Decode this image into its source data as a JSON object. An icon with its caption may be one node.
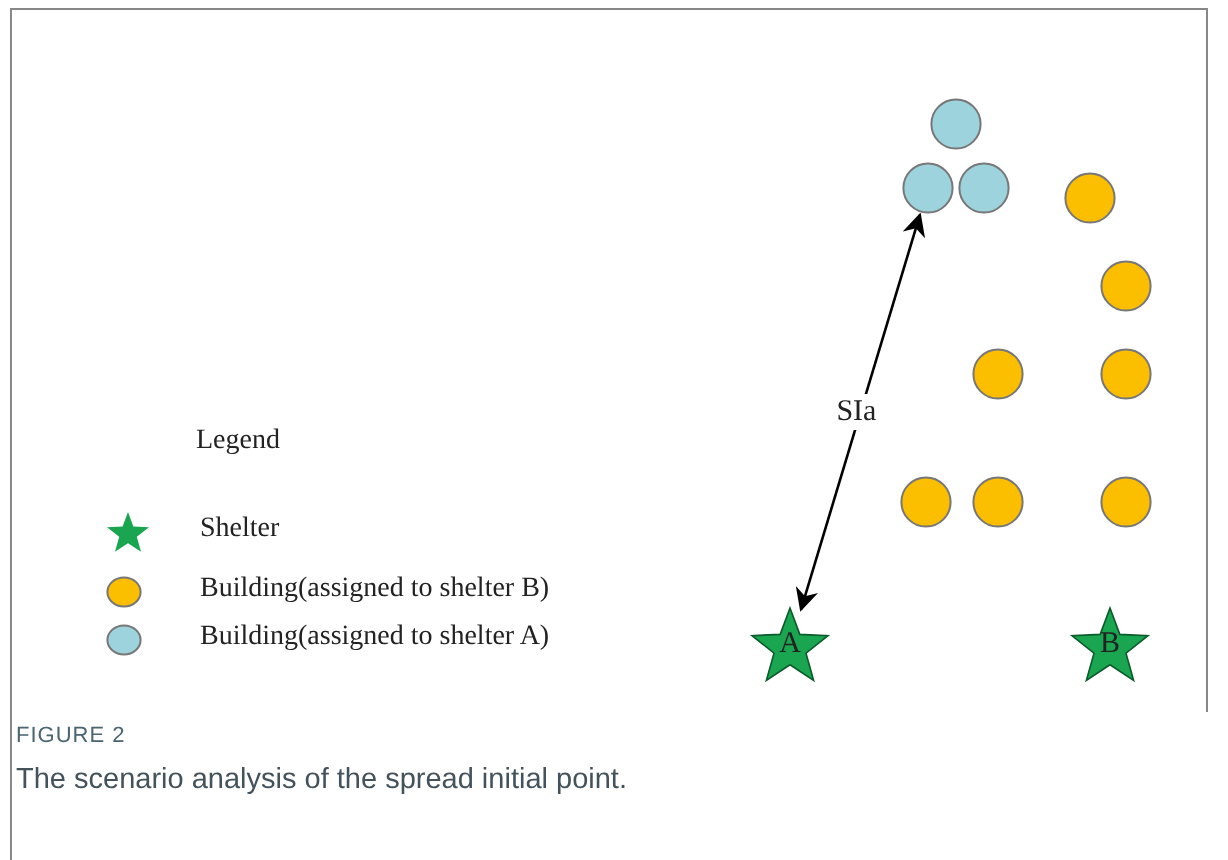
{
  "diagram": {
    "caption": "The scenario analysis of the spread initial point.",
    "nodes": [
      {
        "text": [],
        "shape": "circle"
      },
      {
        "text": [],
        "shape": "circle"
      },
      {
        "text": [],
        "shape": "circle"
      },
      {
        "text": [],
        "shape": "circle"
      },
      {
        "text": [],
        "shape": "circle"
      },
      {
        "text": [],
        "shape": "circle"
      },
      {
        "text": [],
        "shape": "circle"
      },
      {
        "text": [],
        "shape": "circle"
      },
      {
        "text": [],
        "shape": "circle"
      },
      {
        "text": [],
        "shape": "circle"
      },
      {
        "text": [
          "A"
        ]
      },
      {
        "text": [
          "B"
        ]
      }
    ],
    "edges": [
      {
        "from": 1,
        "to": 10,
        "arrow": "both",
        "label": "SIa"
      }
    ],
    "labels": [
      "Legend",
      "FIGURE 2"
    ],
    "legend": [
      {
        "text": "Shelter"
      },
      {
        "text": "Building(assigned to shelter B)",
        "color": "#fbbf00"
      },
      {
        "text": "Building(assigned to shelter A)",
        "color": "#9dd3dd"
      }
    ]
  }
}
